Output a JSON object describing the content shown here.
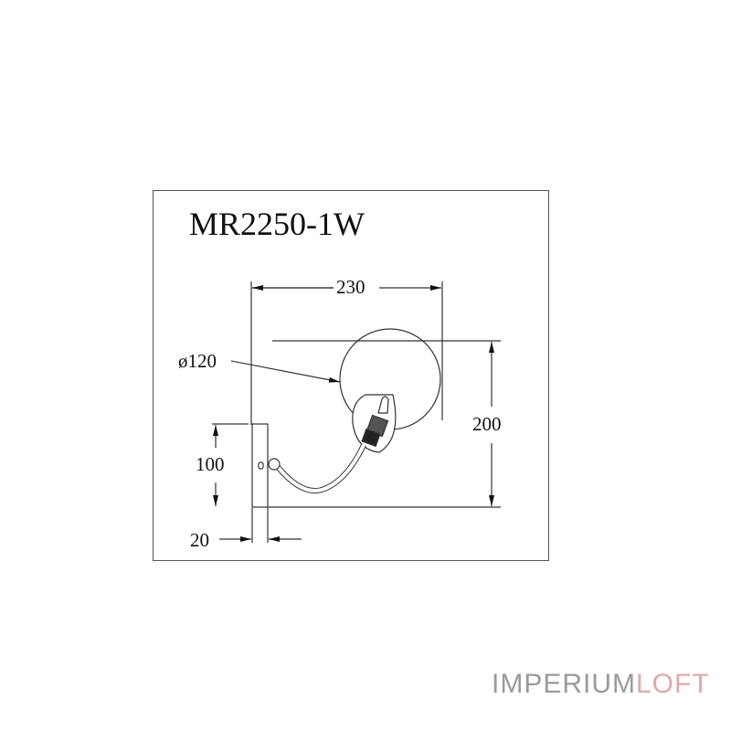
{
  "drawing": {
    "model": "MR2250-1W",
    "dimensions": {
      "width": "230",
      "height": "200",
      "diameter": "ø120",
      "base_height": "100",
      "base_depth": "20"
    }
  },
  "brand": {
    "part1": "IMPERIUM",
    "part2": "LOFT",
    "color1": "#9a9a9a",
    "color2": "#e0a8a8"
  }
}
